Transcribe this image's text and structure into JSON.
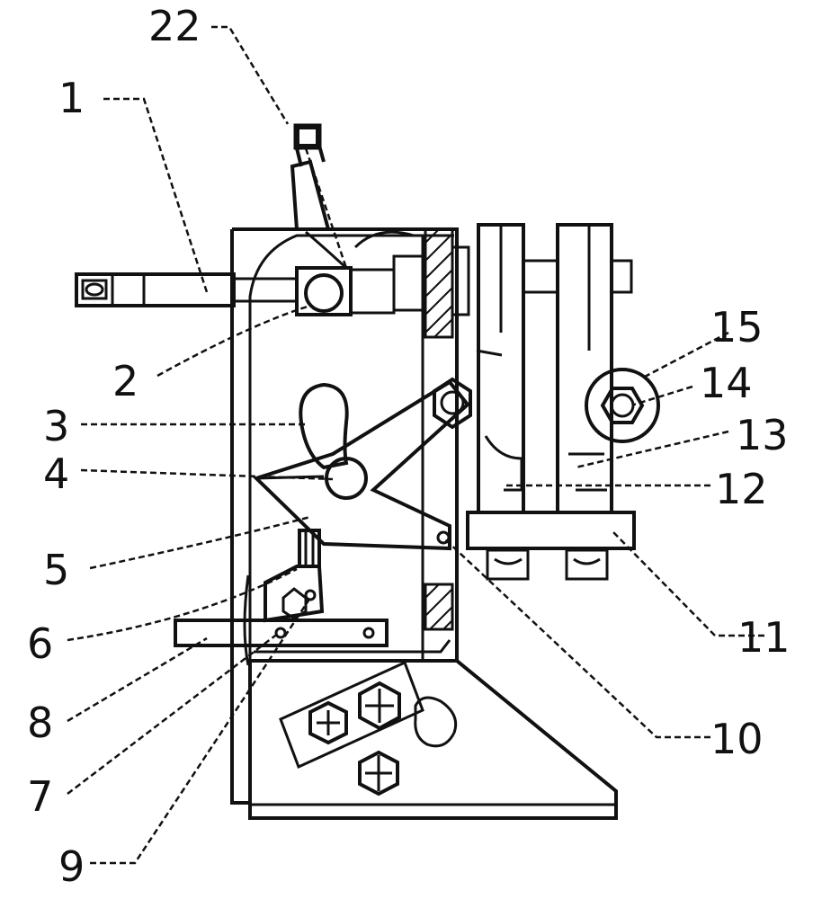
{
  "callouts": [
    {
      "id": "c1",
      "text": "1"
    },
    {
      "id": "c2",
      "text": "2"
    },
    {
      "id": "c3",
      "text": "3"
    },
    {
      "id": "c4",
      "text": "4"
    },
    {
      "id": "c5",
      "text": "5"
    },
    {
      "id": "c6",
      "text": "6"
    },
    {
      "id": "c7",
      "text": "7"
    },
    {
      "id": "c8",
      "text": "8"
    },
    {
      "id": "c9",
      "text": "9"
    },
    {
      "id": "c10",
      "text": "10"
    },
    {
      "id": "c11",
      "text": "11"
    },
    {
      "id": "c12",
      "text": "12"
    },
    {
      "id": "c13",
      "text": "13"
    },
    {
      "id": "c14",
      "text": "14"
    },
    {
      "id": "c15",
      "text": "15"
    },
    {
      "id": "c22",
      "text": "22"
    }
  ],
  "colors": {
    "ink": "#111111",
    "paper": "#ffffff"
  }
}
